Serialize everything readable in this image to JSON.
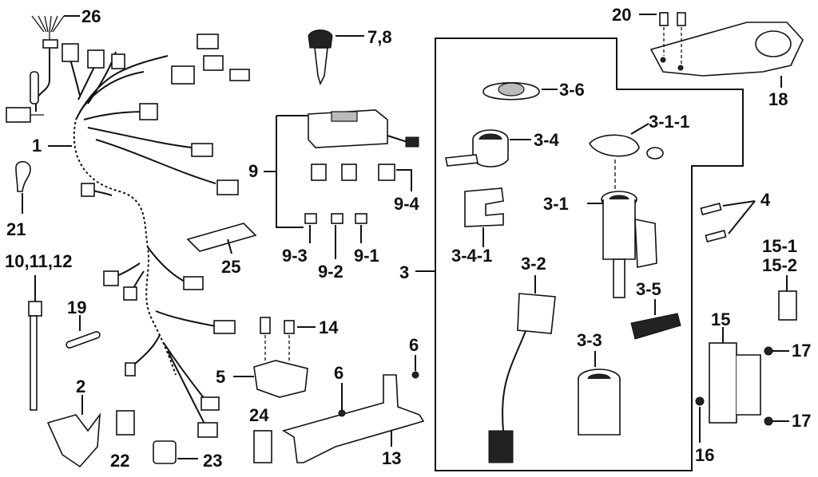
{
  "diagram": {
    "title": "Wire harness / ignition switch exploded parts diagram",
    "labels": {
      "p1": "1",
      "p2": "2",
      "p3": "3",
      "p3_1": "3-1",
      "p3_1_1": "3-1-1",
      "p3_2": "3-2",
      "p3_3": "3-3",
      "p3_4": "3-4",
      "p3_4_1": "3-4-1",
      "p3_5": "3-5",
      "p3_6": "3-6",
      "p4": "4",
      "p5": "5",
      "p6a": "6",
      "p6b": "6",
      "p7_8": "7,8",
      "p9": "9",
      "p9_1": "9-1",
      "p9_2": "9-2",
      "p9_3": "9-3",
      "p9_4": "9-4",
      "p10_11_12": "10,11,12",
      "p13": "13",
      "p14": "14",
      "p15": "15",
      "p15_1": "15-1",
      "p15_2": "15-2",
      "p16": "16",
      "p17a": "17",
      "p17b": "17",
      "p18": "18",
      "p19": "19",
      "p20": "20",
      "p21": "21",
      "p22": "22",
      "p23": "23",
      "p24": "24",
      "p25": "25",
      "p26": "26"
    }
  }
}
